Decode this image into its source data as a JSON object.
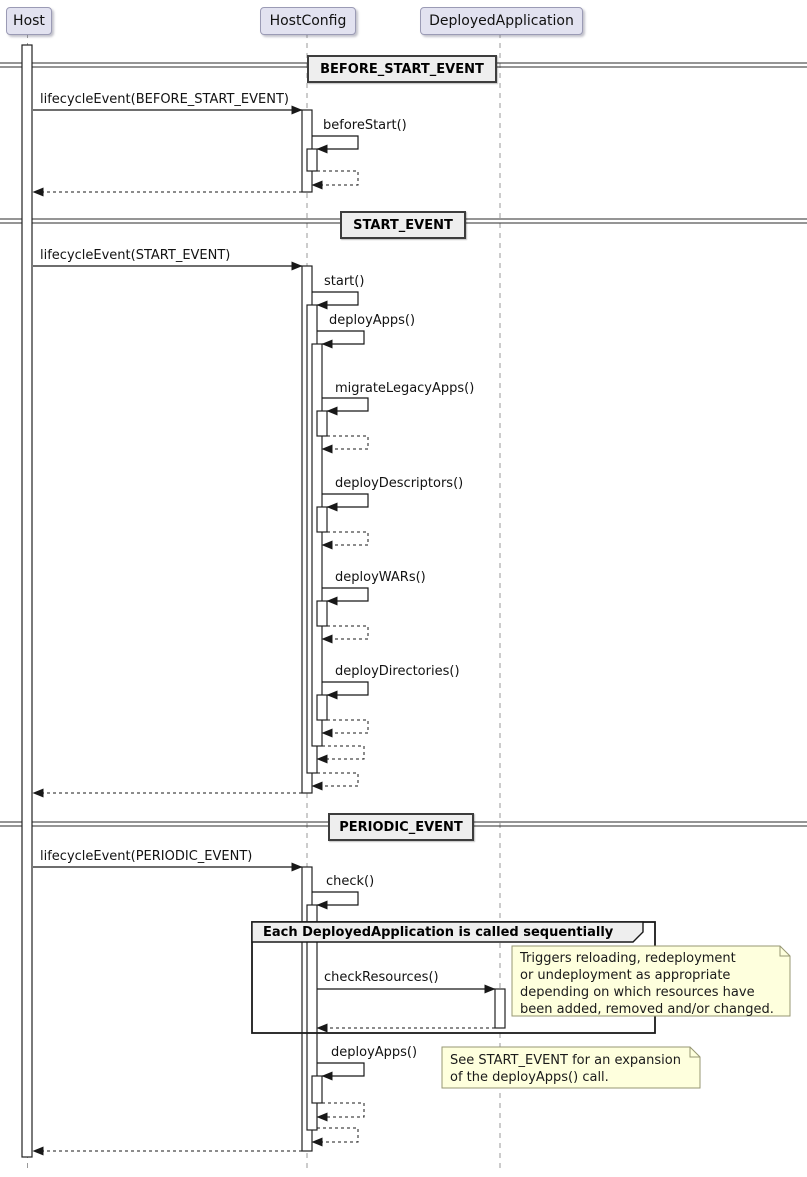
{
  "participants": [
    {
      "label": "Host"
    },
    {
      "label": "HostConfig"
    },
    {
      "label": "DeployedApplication"
    }
  ],
  "sections": [
    {
      "divider": "BEFORE_START_EVENT",
      "messages": [
        {
          "label": "lifecycleEvent(BEFORE_START_EVENT)"
        },
        {
          "label": "beforeStart()"
        }
      ]
    },
    {
      "divider": "START_EVENT",
      "messages": [
        {
          "label": "lifecycleEvent(START_EVENT)"
        },
        {
          "label": "start()"
        },
        {
          "label": "deployApps()"
        },
        {
          "label": "migrateLegacyApps()"
        },
        {
          "label": "deployDescriptors()"
        },
        {
          "label": "deployWARs()"
        },
        {
          "label": "deployDirectories()"
        }
      ]
    },
    {
      "divider": "PERIODIC_EVENT",
      "messages": [
        {
          "label": "lifecycleEvent(PERIODIC_EVENT)"
        },
        {
          "label": "check()"
        },
        {
          "label": "checkResources()"
        },
        {
          "label": "deployApps()"
        }
      ],
      "group": {
        "label": "Each DeployedApplication is called sequentially"
      },
      "notes": [
        {
          "lines": [
            "Triggers reloading, redeployment",
            "or undeployment as appropriate",
            "depending on which resources have",
            "been added, removed and/or changed."
          ]
        },
        {
          "lines": [
            "See START_EVENT for an expansion",
            "of the deployApps() call."
          ]
        }
      ]
    }
  ],
  "colors": {
    "participant_fill": "#E2E2F0",
    "note_fill": "#FEFFDD",
    "divider_fill": "#EEEEEE",
    "arrow": "#181818"
  }
}
